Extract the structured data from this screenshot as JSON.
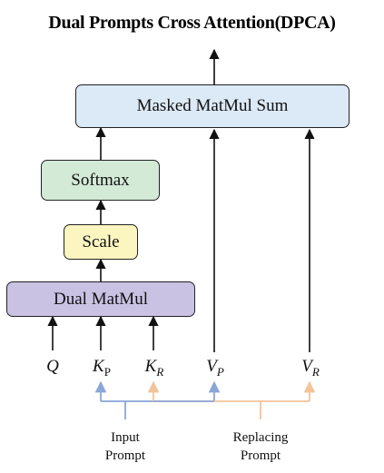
{
  "title": "Dual  Prompts Cross Attention(DPCA)",
  "blocks": {
    "masked_matmul_sum": "Masked MatMul Sum",
    "softmax": "Softmax",
    "scale": "Scale",
    "dual_matmul": "Dual MatMul"
  },
  "inputs": {
    "q": {
      "symbol": "Q",
      "sub": ""
    },
    "kp": {
      "symbol": "K",
      "sub": "P"
    },
    "kr": {
      "symbol": "K",
      "sub": "R"
    },
    "vp": {
      "symbol": "V",
      "sub": "P"
    },
    "vr": {
      "symbol": "V",
      "sub": "R"
    }
  },
  "prompts": {
    "input_line1": "Input",
    "input_line2": "Prompt",
    "replacing_line1": "Replacing",
    "replacing_line2": "Prompt"
  },
  "colors": {
    "masked_fill": "#dce9f6",
    "softmax_fill": "#d3ead6",
    "scale_fill": "#fbf5c0",
    "dual_matmul_fill": "#c9c2e3",
    "input_prompt_line": "#8aa6d6",
    "replacing_prompt_line": "#f3c39a"
  }
}
